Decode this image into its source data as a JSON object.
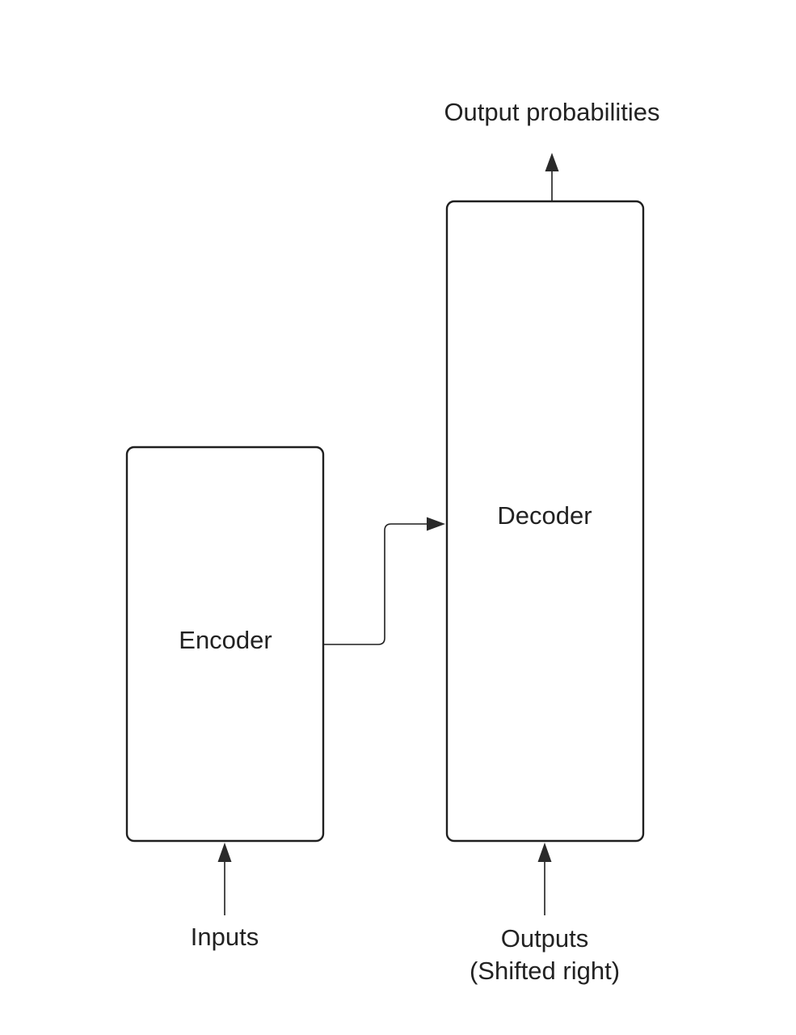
{
  "blocks": {
    "encoder": "Encoder",
    "decoder": "Decoder"
  },
  "labels": {
    "output_probabilities": "Output probabilities",
    "inputs": "Inputs",
    "outputs_line1": "Outputs",
    "outputs_line2": "(Shifted right)"
  },
  "colors": {
    "stroke": "#1f1f1f",
    "text": "#222222",
    "background": "#ffffff"
  }
}
